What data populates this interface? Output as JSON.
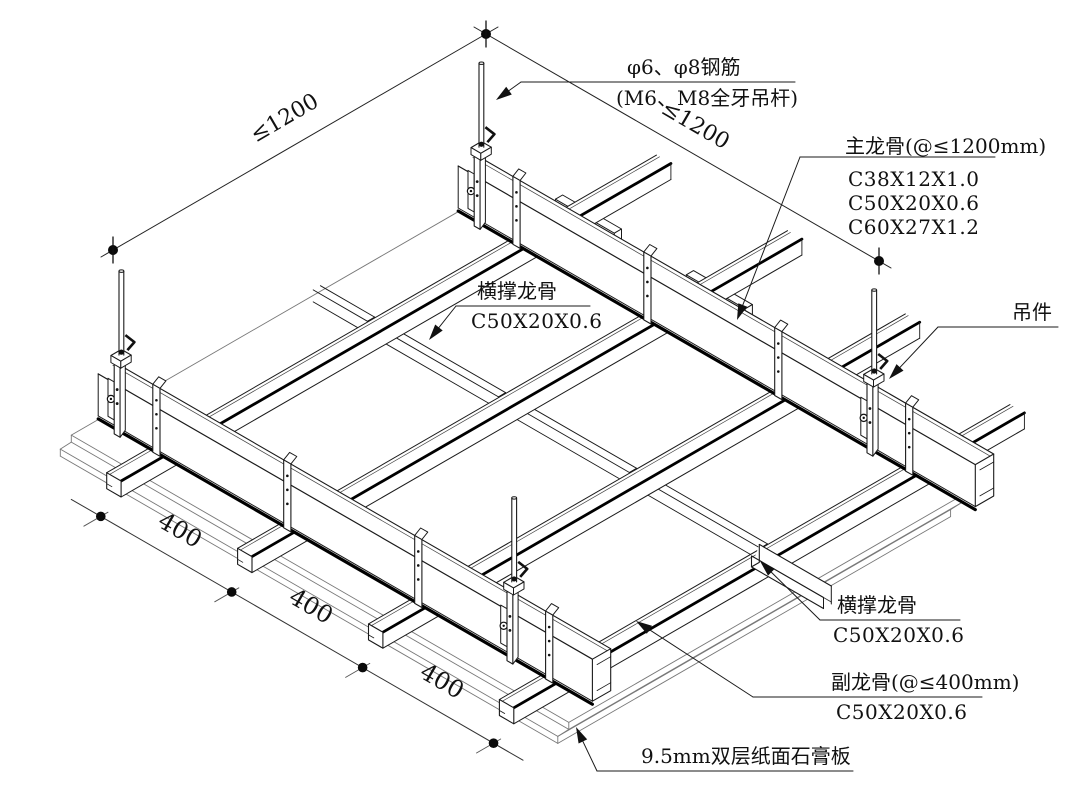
{
  "drawing": {
    "callouts": {
      "hanger_rod": {
        "title": "φ6、φ8钢筋",
        "subtitle": "(M6、M8全牙吊杆)"
      },
      "main_runner": {
        "title": "主龙骨(@≤1200mm)",
        "specs": [
          "C38X12X1.0",
          "C50X20X0.6",
          "C60X27X1.2"
        ]
      },
      "hanger": {
        "title": "吊件"
      },
      "cross_runner_top": {
        "title": "横撑龙骨",
        "spec": "C50X20X0.6"
      },
      "cross_runner_bottom": {
        "title": "横撑龙骨",
        "spec": "C50X20X0.6"
      },
      "sub_runner": {
        "title": "副龙骨(@≤400mm)",
        "spec": "C50X20X0.6"
      },
      "gypsum_board": {
        "title": "9.5mm双层纸面石膏板"
      }
    },
    "dimensions": {
      "spacing_left": "≤1200",
      "spacing_right": "≤1200",
      "chain": [
        "400",
        "400",
        "400"
      ]
    },
    "colors": {
      "line": "#1a1a1a",
      "shadow": "#000000",
      "board_line": "#787878",
      "background": "#ffffff"
    }
  }
}
